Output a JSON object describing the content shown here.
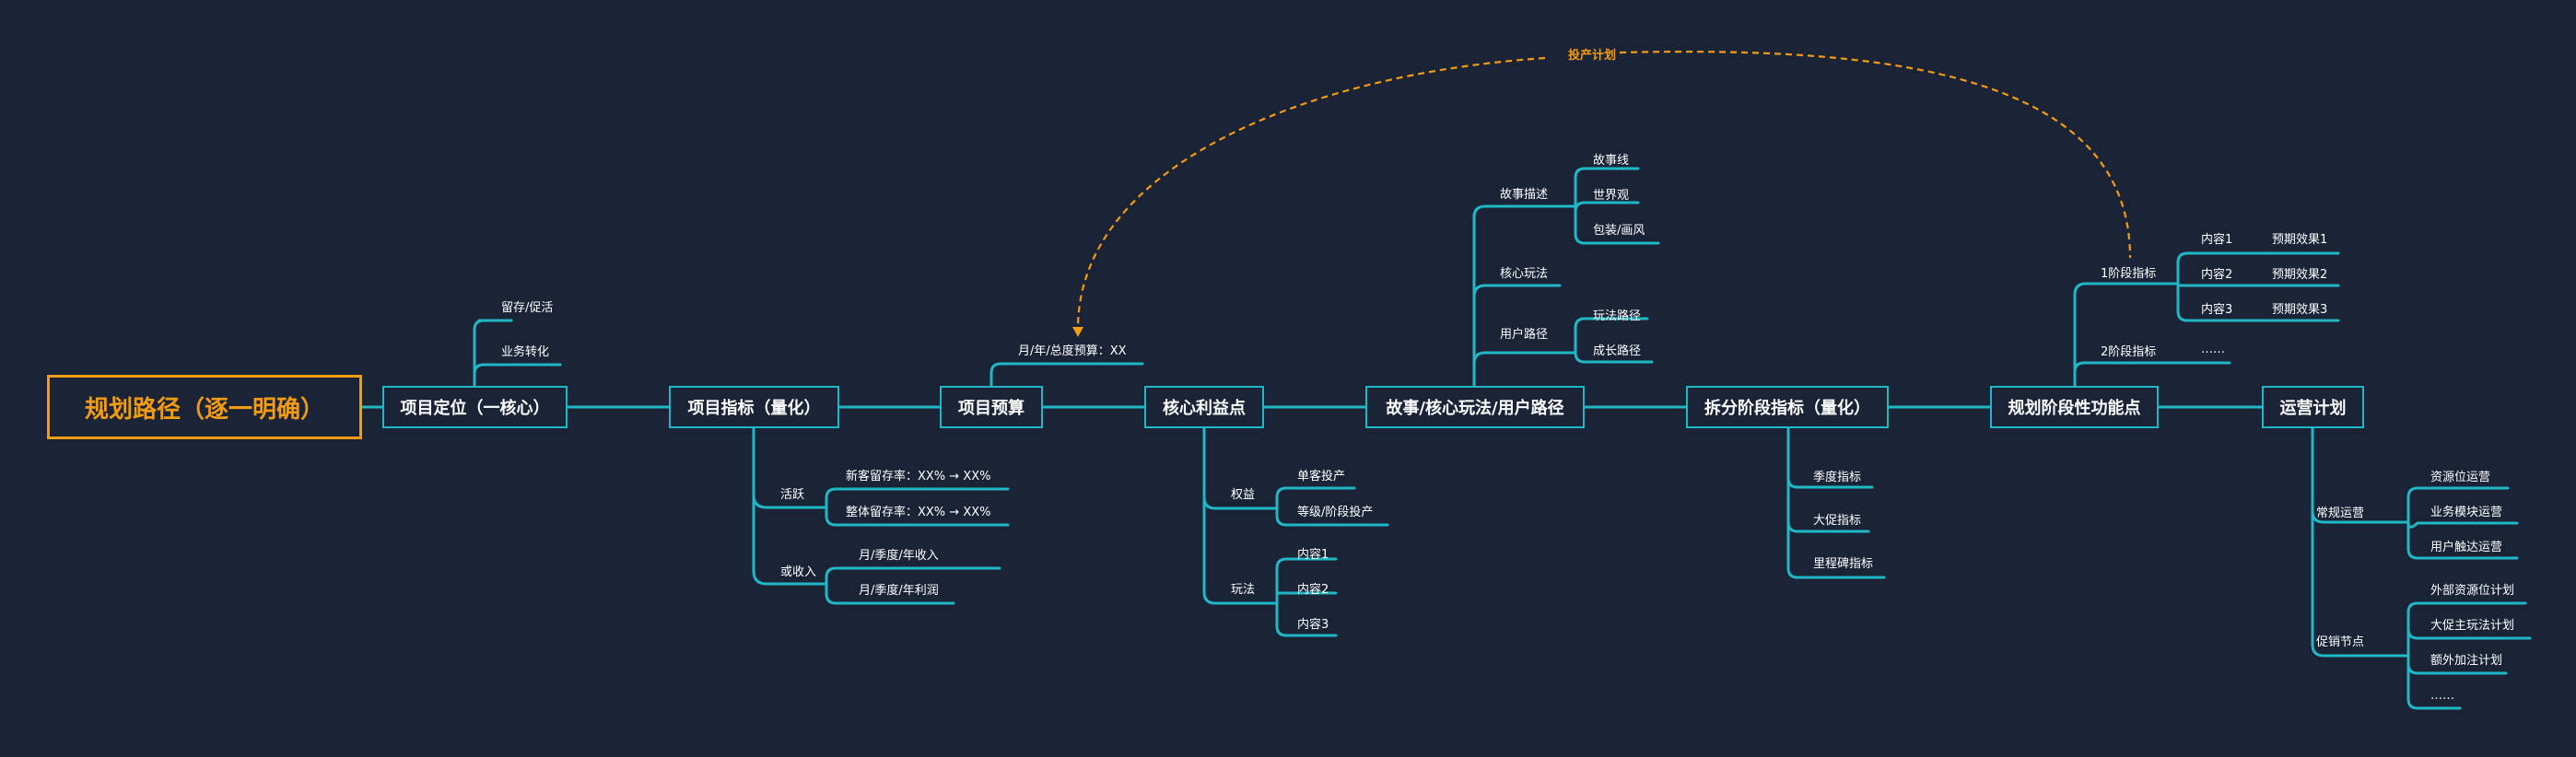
{
  "root": "规划路径（逐一明确）",
  "main": {
    "positioning": "项目定位（一核心）",
    "indicators": "项目指标（量化）",
    "budget": "项目预算",
    "core_benefit": "核心利益点",
    "story": "故事/核心玩法/用户路径",
    "stage_indicators": "拆分阶段指标（量化）",
    "stage_features": "规划阶段性功能点",
    "operation": "运营计划"
  },
  "positioning": {
    "retention": "留存/促活",
    "conversion": "业务转化"
  },
  "indicators": {
    "active": "活跃",
    "new_retention": "新客留存率：XX% → XX%",
    "overall_retention": "整体留存率：XX% → XX%",
    "revenue": "或收入",
    "revenue_period": "月/季度/年收入",
    "profit_period": "月/季度/年利润"
  },
  "budget": {
    "amount": "月/年/总度预算：XX"
  },
  "core_benefit": {
    "rights": "权益",
    "single_invest": "单客投产",
    "level_invest": "等级/阶段投产",
    "gameplay": "玩法",
    "content1": "内容1",
    "content2": "内容2",
    "content3": "内容3"
  },
  "story": {
    "story_desc": "故事描述",
    "storyline": "故事线",
    "worldview": "世界观",
    "art": "包装/画风",
    "core_play": "核心玩法",
    "user_path": "用户路径",
    "play_path": "玩法路径",
    "growth_path": "成长路径"
  },
  "stage_indicators": {
    "quarter": "季度指标",
    "promo": "大促指标",
    "milestone": "里程碑指标"
  },
  "stage_features": {
    "stage1": "1阶段指标",
    "stage2": "2阶段指标",
    "content1": "内容1",
    "content2": "内容2",
    "content3": "内容3",
    "effect1": "预期效果1",
    "effect2": "预期效果2",
    "effect3": "预期效果3",
    "more": "……"
  },
  "operation": {
    "regular": "常规运营",
    "resource_ops": "资源位运营",
    "module_ops": "业务模块运营",
    "touch_ops": "用户触达运营",
    "promo_node": "促销节点",
    "external_plan": "外部资源位计划",
    "promo_play_plan": "大促主玩法计划",
    "extra_plan": "额外加注计划",
    "more": "……"
  },
  "annotation": "投产计划",
  "colors": {
    "background": "#1b2437",
    "branch": "#1fb8c6",
    "accent": "#f39c12",
    "text": "#ffffff"
  }
}
